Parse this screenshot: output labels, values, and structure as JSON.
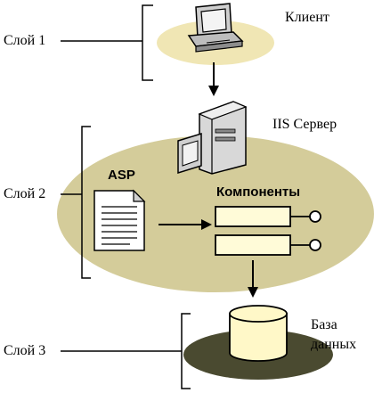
{
  "layers": {
    "layer1": "Слой 1",
    "layer2": "Слой 2",
    "layer3": "Слой 3"
  },
  "tier1": {
    "label": "Клиент",
    "icon": "desktop-computer-icon"
  },
  "tier2": {
    "label": "IIS Сервер",
    "icon": "server-tower-icon",
    "asp_label": "ASP",
    "asp_icon": "document-icon",
    "components_label": "Компоненты"
  },
  "tier3": {
    "label_line1": "База",
    "label_line2": "данных",
    "icon": "database-cylinder-icon"
  },
  "colors": {
    "client_ellipse": "#f0e6b4",
    "server_ellipse": "#d4cc9a",
    "db_base": "#4a4a30",
    "db_cylinder": "#fff8c8",
    "component_fill": "#fffbd8"
  }
}
